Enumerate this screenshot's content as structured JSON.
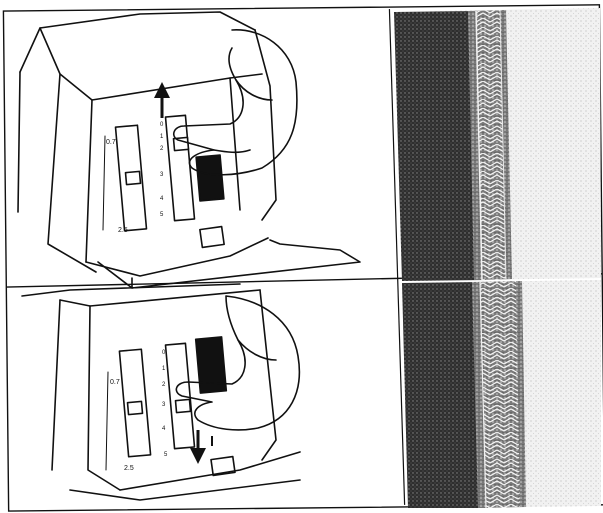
{
  "panels": {
    "top": {
      "scale_marks": [
        "0",
        "1",
        "2",
        "3",
        "4",
        "5"
      ],
      "left_labels": [
        "0.7",
        "2.5"
      ],
      "arrow_direction": "up"
    },
    "bottom": {
      "scale_marks": [
        "0",
        "1",
        "2",
        "3",
        "4",
        "5"
      ],
      "left_labels": [
        "0.7",
        "2.5"
      ],
      "arrow_direction": "down"
    }
  },
  "colors": {
    "ink": "#111111",
    "paper": "#ffffff",
    "fabric_dark": "#3a3a3a",
    "fabric_light": "#e6e6e6"
  }
}
